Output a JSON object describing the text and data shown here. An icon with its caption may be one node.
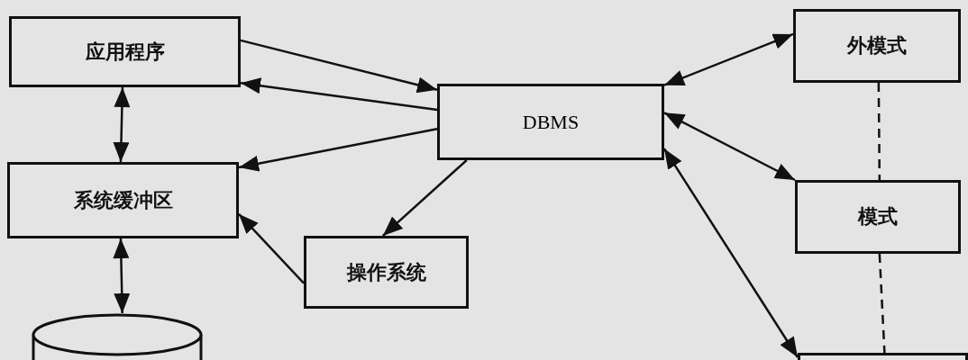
{
  "diagram": {
    "nodes": [
      {
        "text": [
          "应用程序"
        ]
      },
      {
        "text": [
          "DBMS"
        ]
      },
      {
        "text": [
          "外模式"
        ]
      },
      {
        "text": [
          "系统缓冲区"
        ]
      },
      {
        "text": [
          "模式"
        ]
      },
      {
        "text": [
          "操作系统"
        ]
      },
      {
        "text": [],
        "shape": "cylinder"
      },
      {
        "text": [],
        "shape": "box"
      }
    ],
    "edges": [
      {
        "from": 0,
        "to": 1,
        "arrow": "to"
      },
      {
        "from": 1,
        "to": 0,
        "arrow": "to"
      },
      {
        "from": 0,
        "to": 3,
        "arrow": "both"
      },
      {
        "from": 1,
        "to": 3,
        "arrow": "to"
      },
      {
        "from": 1,
        "to": 5,
        "arrow": "to"
      },
      {
        "from": 5,
        "to": 3,
        "arrow": "to"
      },
      {
        "from": 3,
        "to": 6,
        "arrow": "both"
      },
      {
        "from": 1,
        "to": 2,
        "arrow": "both"
      },
      {
        "from": 1,
        "to": 4,
        "arrow": "both"
      },
      {
        "from": 7,
        "to": 1,
        "arrow": "both"
      },
      {
        "from": 2,
        "to": 4,
        "arrow": "none",
        "style": "dashed"
      },
      {
        "from": 4,
        "to": 7,
        "arrow": "none",
        "style": "dashed"
      }
    ]
  }
}
